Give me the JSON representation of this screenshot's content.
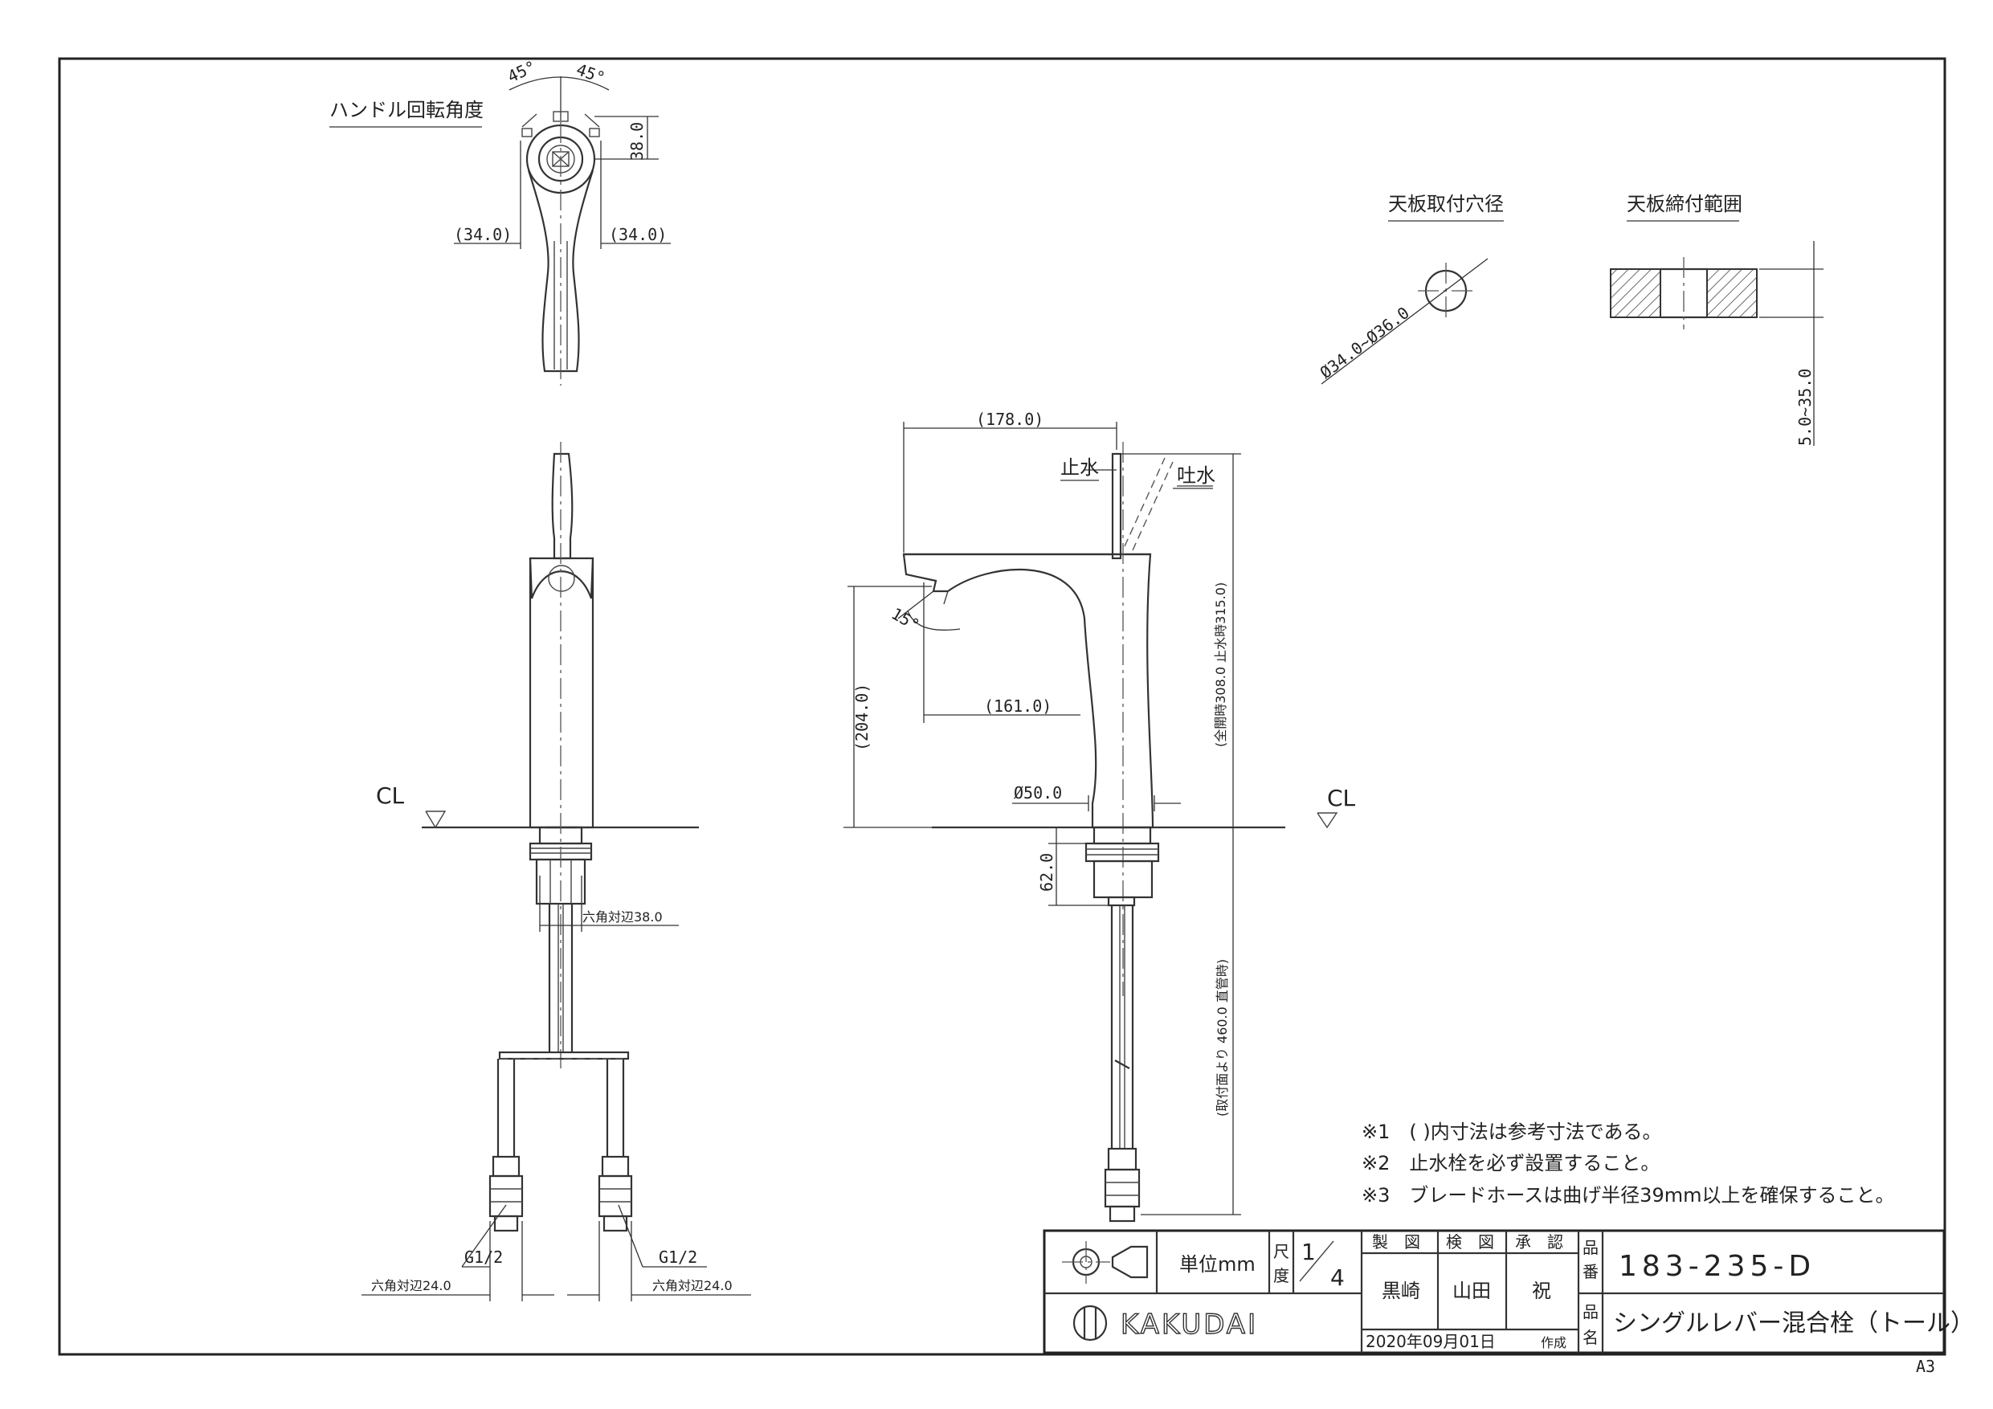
{
  "drawing": {
    "handle_rotation_label": "ハンドル回転角度",
    "angle_left": "45°",
    "angle_right": "45°",
    "dim_38": "38.0",
    "dim_34_left": "(34.0)",
    "dim_34_right": "(34.0)",
    "hole_label": "天板取付穴径",
    "hole_dim": "Ø34.0~Ø36.0",
    "clamp_label": "天板締付範囲",
    "clamp_dim": "5.0~35.0",
    "cl_left": "CL",
    "cl_right": "CL",
    "hex38": "六角対辺38.0",
    "g12_left": "G1/2",
    "g12_right": "G1/2",
    "hex24_left": "六角対辺24.0",
    "hex24_right": "六角対辺24.0",
    "dim_178": "(178.0)",
    "stop_label": "止水",
    "spout_label": "吐水",
    "dim_204": "(204.0)",
    "angle_15": "15°",
    "dim_161": "(161.0)",
    "dim_height": "(全開時308.0 止水時315.0)",
    "dim_phi50": "Ø50.0",
    "dim_62": "62.0",
    "dim_460": "(取付面より 460.0 直管時)"
  },
  "notes": [
    "※1　( )内寸法は参考寸法である。",
    "※2　止水栓を必ず設置すること。",
    "※3　ブレードホースは曲げ半径39mm以上を確保すること。"
  ],
  "title_block": {
    "unit_label": "単位mm",
    "scale_label_a": "尺",
    "scale_label_b": "度",
    "scale_num": "1",
    "scale_den": "4",
    "hdr_draw": "製　図",
    "hdr_check": "検　図",
    "hdr_approve": "承　認",
    "drawer": "黒崎",
    "checker": "山田",
    "approver": "祝",
    "date": "2020年09月01日",
    "date_suffix": "作成",
    "part_no_label_a": "品",
    "part_no_label_b": "番",
    "part_no": "183-235-D",
    "name_label_a": "品",
    "name_label_b": "名",
    "product_name": "シングルレバー混合栓（トール）",
    "company": "KAKUDAI"
  },
  "sheet_size": "A3"
}
